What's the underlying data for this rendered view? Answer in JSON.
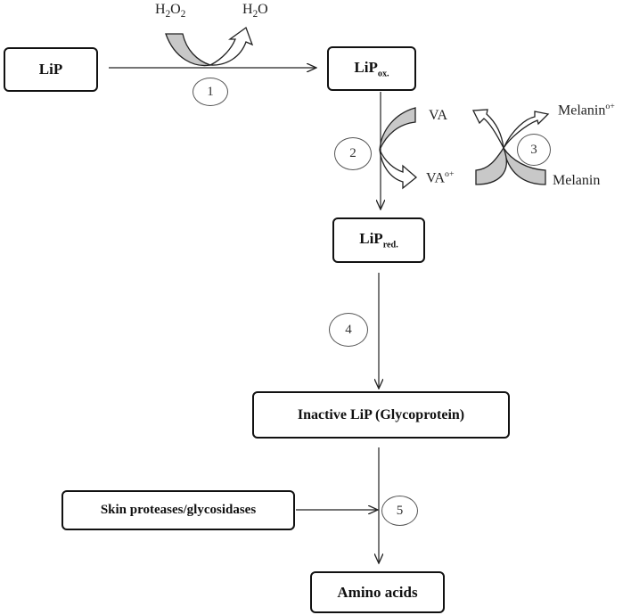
{
  "boxes": {
    "lip": "LiP",
    "lip_ox_base": "LiP",
    "lip_ox_sub": "ox.",
    "lip_red_base": "LiP",
    "lip_red_sub": "red.",
    "inactive": "Inactive LiP (Glycoprotein)",
    "proteases": "Skin proteases/glycosidases",
    "amino": "Amino acids"
  },
  "labels": {
    "h2o2_h": "H",
    "h2o2_2a": "2",
    "h2o2_o": "O",
    "h2o2_2b": "2",
    "h2o_h": "H",
    "h2o_2": "2",
    "h2o_o": "O",
    "va": "VA",
    "va_rad_base": "VA",
    "va_rad_sup": "o+",
    "melanin_rad_base": "Melanin",
    "melanin_rad_sup": "o+",
    "melanin": "Melanin"
  },
  "steps": [
    "1",
    "2",
    "3",
    "4",
    "5"
  ]
}
